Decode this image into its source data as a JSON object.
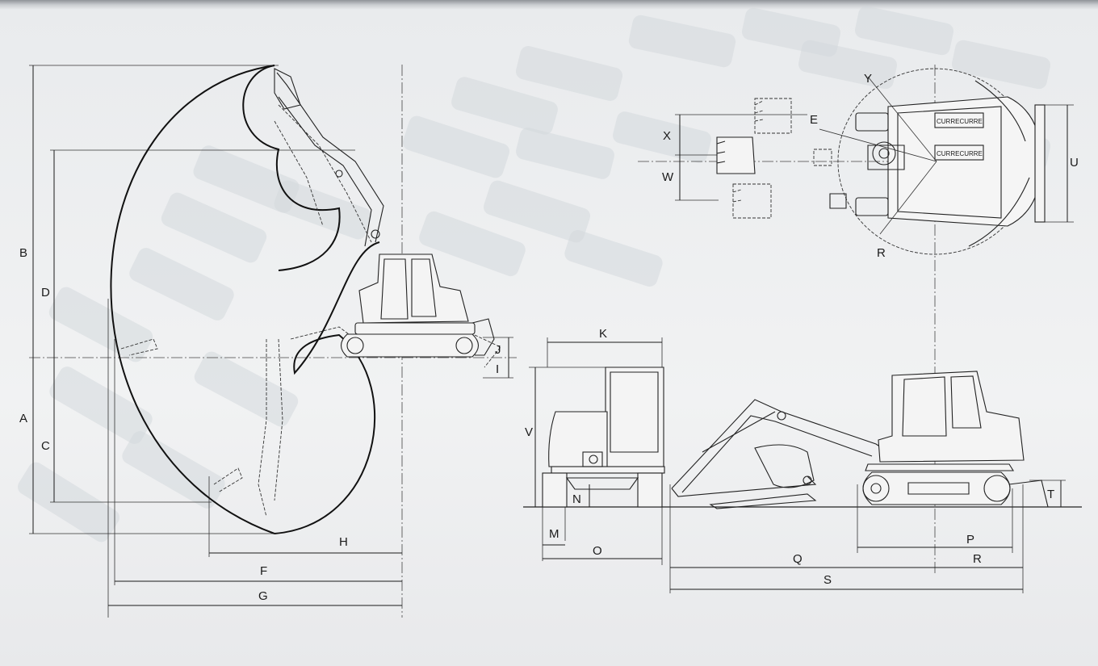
{
  "dimension_labels": {
    "A": "A",
    "B": "B",
    "C": "C",
    "D": "D",
    "E": "E",
    "F": "F",
    "G": "G",
    "H": "H",
    "I": "I",
    "J": "J",
    "K": "K",
    "M": "M",
    "N": "N",
    "O": "O",
    "P": "P",
    "Q": "Q",
    "R_side": "R",
    "R_top": "R",
    "S": "S",
    "T": "T",
    "U": "U",
    "V": "V",
    "W": "W",
    "X": "X",
    "Y": "Y"
  },
  "cab_plate_text": "CURRECURRE",
  "colors": {
    "line": "#1a1a1a",
    "background": "#eef0f1",
    "header_bar": "#8f9398",
    "ghost_panels": "#d3d8dd"
  },
  "views": [
    "working-range-view",
    "front-view",
    "side-view",
    "top-view"
  ]
}
